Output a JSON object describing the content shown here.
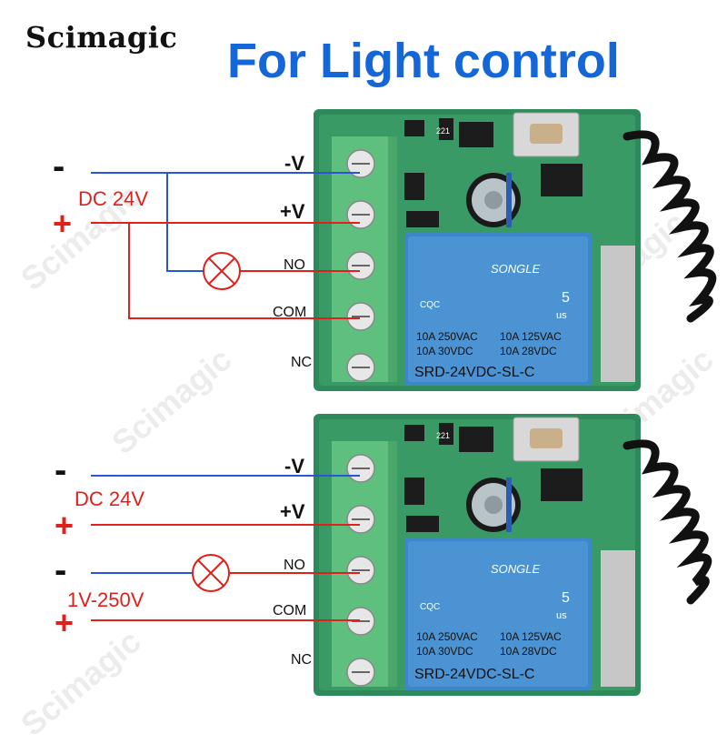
{
  "brand": "Scimagic",
  "headline": "For Light control",
  "terminals": {
    "neg_v": "-V",
    "pos_v": "+V",
    "no": "NO",
    "com": "COM",
    "nc": "NC"
  },
  "top_circuit": {
    "supply_minus": "-",
    "supply_plus": "+",
    "supply_label": "DC 24V"
  },
  "bottom_circuit": {
    "supply_minus": "-",
    "supply_plus": "+",
    "supply_label": "DC 24V",
    "load_minus": "-",
    "load_plus": "+",
    "load_label": "1V-250V"
  },
  "relay": {
    "brand": "SONGLE",
    "cqc": "CQC",
    "ul_mark": "us",
    "ul_num": "5",
    "rating_left_1": "10A 250VAC",
    "rating_left_2": "10A 30VDC",
    "rating_right_1": "10A 125VAC",
    "rating_right_2": "10A 28VDC",
    "model": "SRD-24VDC-SL-C"
  },
  "pcb": {
    "chip_mark": "221"
  },
  "colors": {
    "headline": "#1566d6",
    "wire_blue": "#2a55d8",
    "wire_red": "#e0201b",
    "relay_blue": "#3d86c9",
    "pcb_green": "#2f8a5b",
    "terminal_green": "#5fbf7f"
  }
}
